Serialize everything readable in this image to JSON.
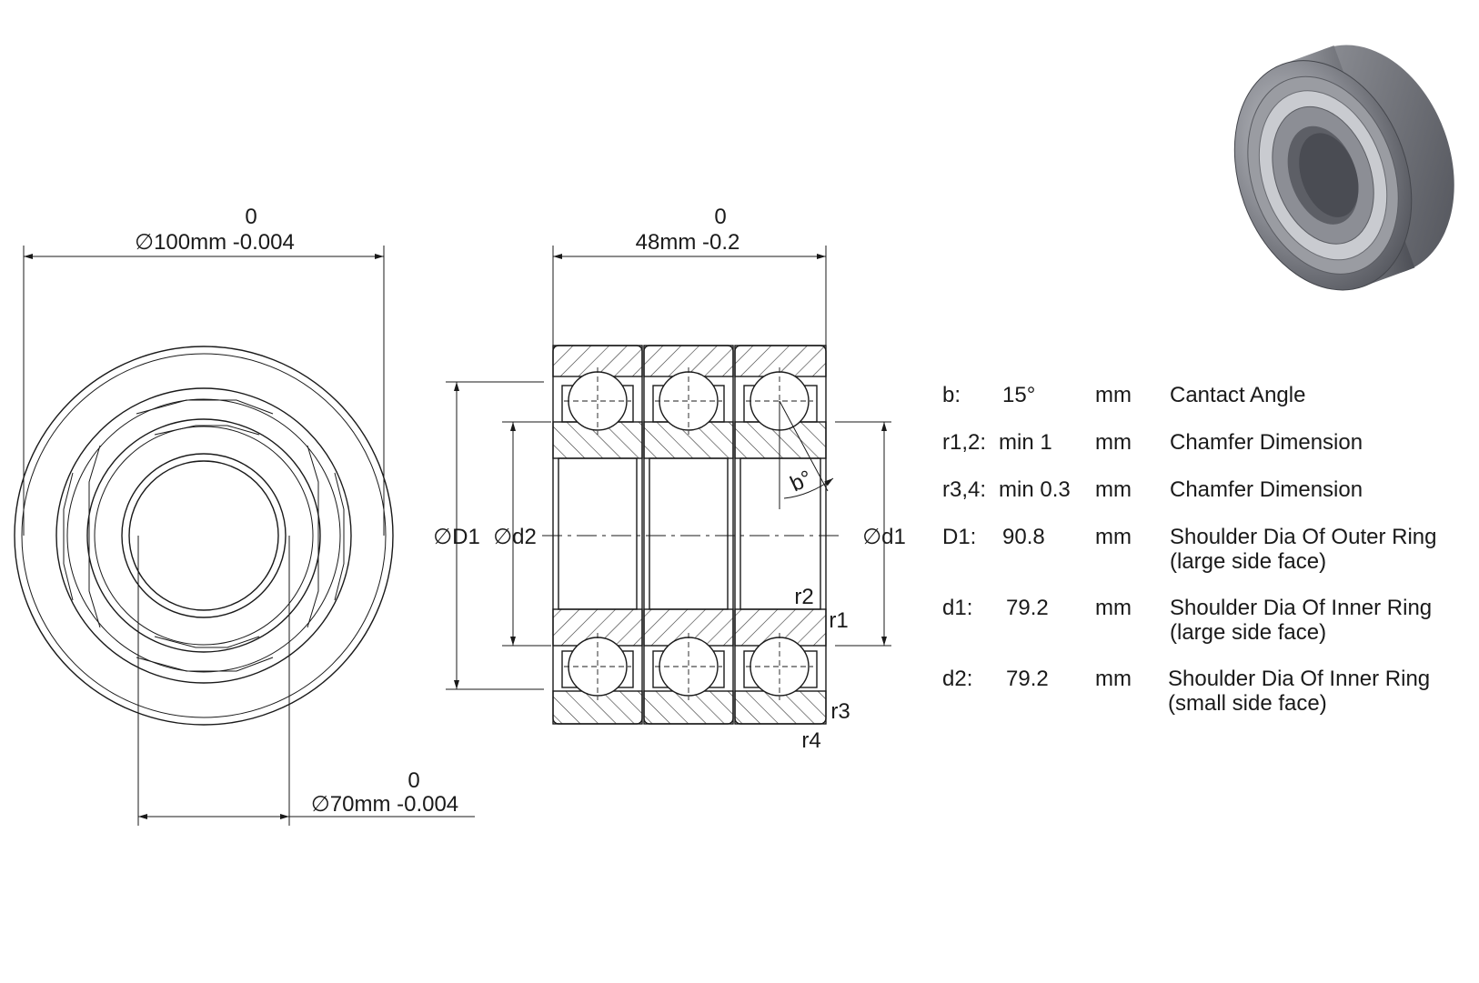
{
  "front_view": {
    "outer_diameter": {
      "tolerance_upper": "0",
      "label": "∅100mm -0.004"
    },
    "bore_diameter": {
      "tolerance_upper": "0",
      "label": "∅70mm -0.004"
    }
  },
  "section_view": {
    "width": {
      "tolerance_upper": "0",
      "label": "48mm -0.2"
    },
    "labels": {
      "D1": "∅D1",
      "d2": "∅d2",
      "d1": "∅d1",
      "angle": "b°",
      "r1": "r1",
      "r2": "r2",
      "r3": "r3",
      "r4": "r4"
    }
  },
  "specs": [
    {
      "symbol": "b:",
      "value": "15°",
      "unit": "mm",
      "description": "Cantact Angle",
      "note": ""
    },
    {
      "symbol": "r1,2:",
      "value": "min 1",
      "unit": "mm",
      "description": "Chamfer Dimension",
      "note": ""
    },
    {
      "symbol": "r3,4:",
      "value": "min 0.3",
      "unit": "mm",
      "description": "Chamfer Dimension",
      "note": ""
    },
    {
      "symbol": "D1:",
      "value": "90.8",
      "unit": "mm",
      "description": "Shoulder Dia Of Outer Ring",
      "note": "(large side face)"
    },
    {
      "symbol": "d1:",
      "value": "79.2",
      "unit": "mm",
      "description": "Shoulder Dia Of Inner Ring",
      "note": "(large side face)"
    },
    {
      "symbol": "d2:",
      "value": "79.2",
      "unit": "mm",
      "description": "Shoulder Dia Of Inner Ring",
      "note": "(small side face)"
    }
  ],
  "colors": {
    "line": "#1a1a1a",
    "hatch": "#333333",
    "render_body": "#7d7f86",
    "render_highlight": "#b9bbc0"
  }
}
